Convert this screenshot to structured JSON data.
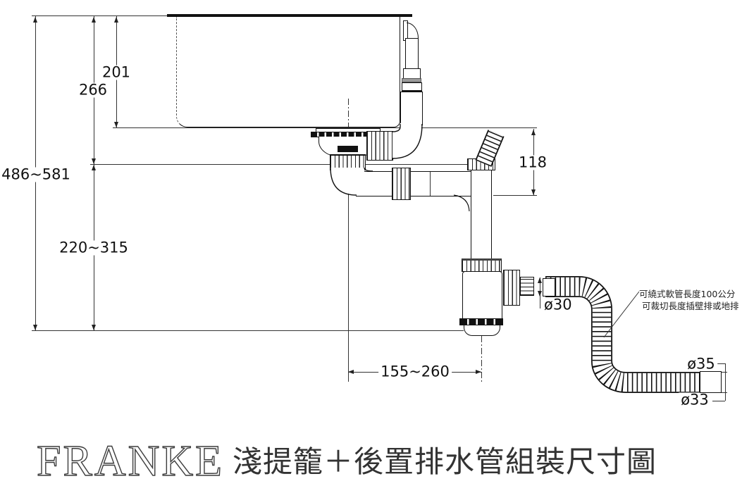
{
  "title": {
    "brand": "FRANKE",
    "text": "淺提籠＋後置排水管組裝尺寸圖"
  },
  "dimensions": {
    "bowl_depth": "201",
    "rim_to_mount": "266",
    "rim_to_floor": "486~581",
    "mount_to_floor": "220~315",
    "bowl_bottom_to_pipe": "118",
    "drain_offset": "155~260",
    "outlet_dia": "ø30",
    "hose_outer_dia": "ø35",
    "hose_end_dia": "ø33"
  },
  "annotation": {
    "line1": "可繞式軟管長度100公分",
    "line2": "可裁切長度插壁排或地排"
  }
}
